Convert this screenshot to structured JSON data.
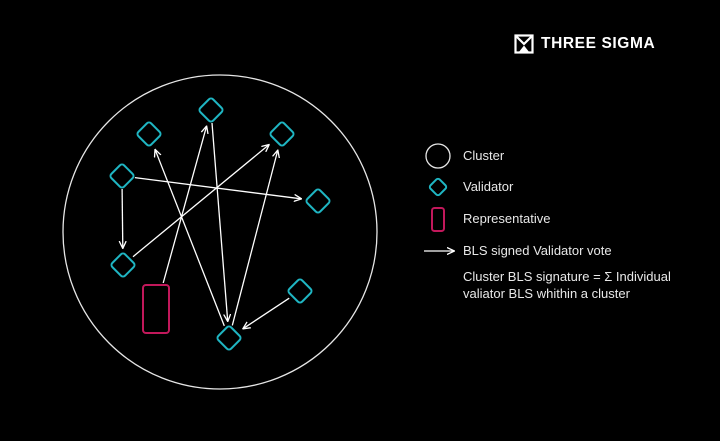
{
  "brand": {
    "name": "THREE SIGMA",
    "logo_icon": "three-sigma-logo-icon"
  },
  "colors": {
    "background": "#000000",
    "cluster_stroke": "#e6e6e6",
    "validator": "#1fb5c2",
    "representative": "#c2185b",
    "vote_arrow": "#ffffff",
    "text": "#e8e8e8"
  },
  "legend": {
    "cluster": "Cluster",
    "validator": "Validator",
    "representative": "Representative",
    "vote": "BLS signed Validator vote"
  },
  "note": {
    "line1": "Cluster BLS signature = Σ Individual",
    "line2": "valiator BLS whithin a cluster"
  },
  "nodes": [
    {
      "id": "v1",
      "kind": "validator"
    },
    {
      "id": "v2",
      "kind": "validator"
    },
    {
      "id": "v3",
      "kind": "validator"
    },
    {
      "id": "v4",
      "kind": "validator"
    },
    {
      "id": "v5",
      "kind": "validator"
    },
    {
      "id": "v6",
      "kind": "validator"
    },
    {
      "id": "v7",
      "kind": "validator"
    },
    {
      "id": "v8",
      "kind": "validator"
    },
    {
      "id": "v9",
      "kind": "validator"
    },
    {
      "id": "rep",
      "kind": "representative"
    }
  ],
  "edges": [
    {
      "from": "v3",
      "to": "v5"
    },
    {
      "from": "v3",
      "to": "v6"
    },
    {
      "from": "v2",
      "to": "v7"
    },
    {
      "from": "v9",
      "to": "v1"
    },
    {
      "from": "v9",
      "to": "v4"
    },
    {
      "from": "rep",
      "to": "v2"
    },
    {
      "from": "v8",
      "to": "v7"
    },
    {
      "from": "v5",
      "to": "v4"
    }
  ]
}
